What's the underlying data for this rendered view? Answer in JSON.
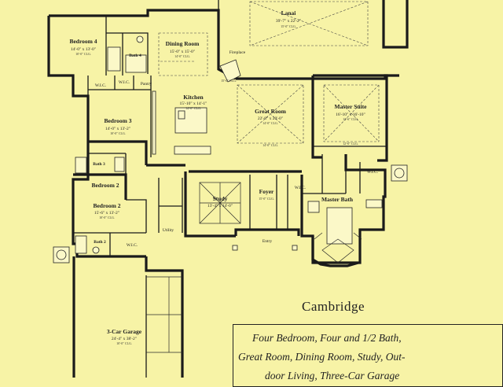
{
  "plan_name": "Cambridge",
  "description_lines": [
    "Four Bedroom, Four and 1/2 Bath,",
    "Great Room, Dining Room, Study,   Out-",
    "door Living, Three-Car Garage"
  ],
  "rooms": {
    "lanai": {
      "name": "Lanai",
      "dim": "39'-7\" x 22'-2\"",
      "ceiling": "15'-0\" CLG."
    },
    "bedroom4": {
      "name": "Bedroom 4",
      "dim": "14'-0\" x 13'-0\"",
      "ceiling": "10'-0\" CLG."
    },
    "dining": {
      "name": "Dining Room",
      "dim": "15'-0\" x 15'-0\"",
      "ceiling": "14'-0\" CLG."
    },
    "bath4": {
      "name": "Bath 4"
    },
    "kitchen": {
      "name": "Kitchen",
      "dim": "15'-10\" x 14'-1\"",
      "ceiling": "14'-0\" CLG."
    },
    "great": {
      "name": "Great Room",
      "dim": "22'-8\" x 20'-0\"",
      "ceiling": "14'-0\" CLG."
    },
    "master": {
      "name": "Master Suite",
      "dim": "16'-10\" x 16'-10\"",
      "ceiling": "13'-6\" CLG."
    },
    "bedroom3": {
      "name": "Bedroom 3",
      "dim": "14'-0\" x 13'-2\"",
      "ceiling": "10'-0\" CLG."
    },
    "bath3": {
      "name": "Bath 3"
    },
    "study": {
      "name": "Study",
      "dim": "13'-4\" x 14'-0\""
    },
    "foyer": {
      "name": "Foyer",
      "ceiling": "15'-0\" CLG."
    },
    "masterbath": {
      "name": "Master Bath"
    },
    "bedroom2": {
      "name": "Bedroom 2",
      "dim": "15'-6\" x 13'-2\"",
      "ceiling": "10'-0\" CLG."
    },
    "bath2": {
      "name": "Bath 2"
    },
    "garage": {
      "name": "3-Car Garage",
      "dim": "24'-4\" x 38'-2\"",
      "ceiling": "10'-0\" CLG."
    }
  },
  "labels": {
    "fireplace": "Fireplace",
    "pantry": "Pantry",
    "wic": "W.I.C.",
    "utility": "Utility",
    "entry": "Entry",
    "ceil15": "15'-0\" CLG.",
    "ceil14": "14'-0\" CLG.",
    "ceil12": "12'-0\" CLG."
  }
}
